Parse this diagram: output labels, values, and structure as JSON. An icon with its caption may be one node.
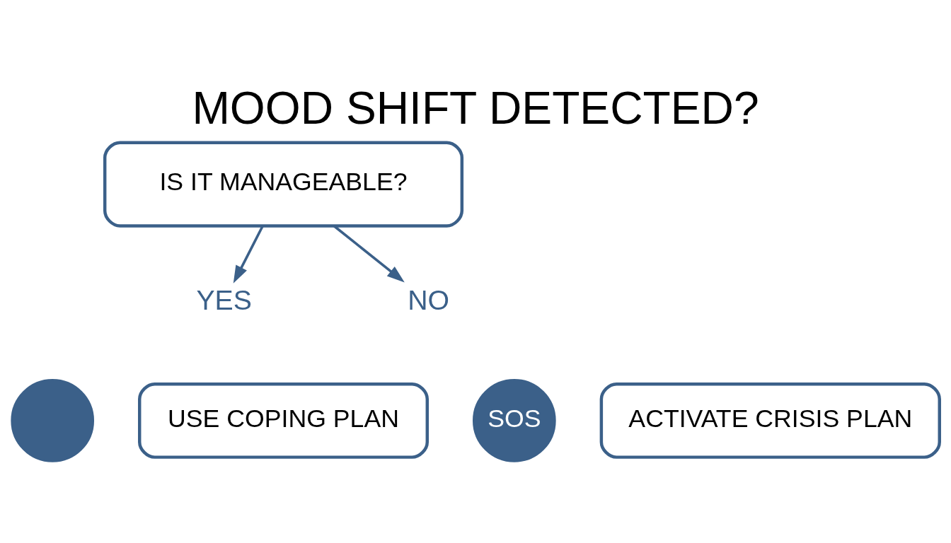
{
  "diagram": {
    "title": "MOOD SHIFT DETECTED?",
    "nodes": [
      {
        "text": [
          "IS IT MANAGEABLE?"
        ]
      },
      {
        "text": [
          "YES"
        ]
      },
      {
        "text": [
          "NO"
        ]
      },
      {
        "text": [],
        "shape": "circle"
      },
      {
        "text": [
          "USE COPING PLAN"
        ]
      },
      {
        "text": [
          "SOS"
        ]
      },
      {
        "text": [
          "ACTIVATE CRISIS PLAN"
        ]
      }
    ],
    "edges": [
      {
        "from": 0,
        "to": 1,
        "arrow": "to"
      },
      {
        "from": 0,
        "to": 2,
        "arrow": "to"
      }
    ]
  }
}
